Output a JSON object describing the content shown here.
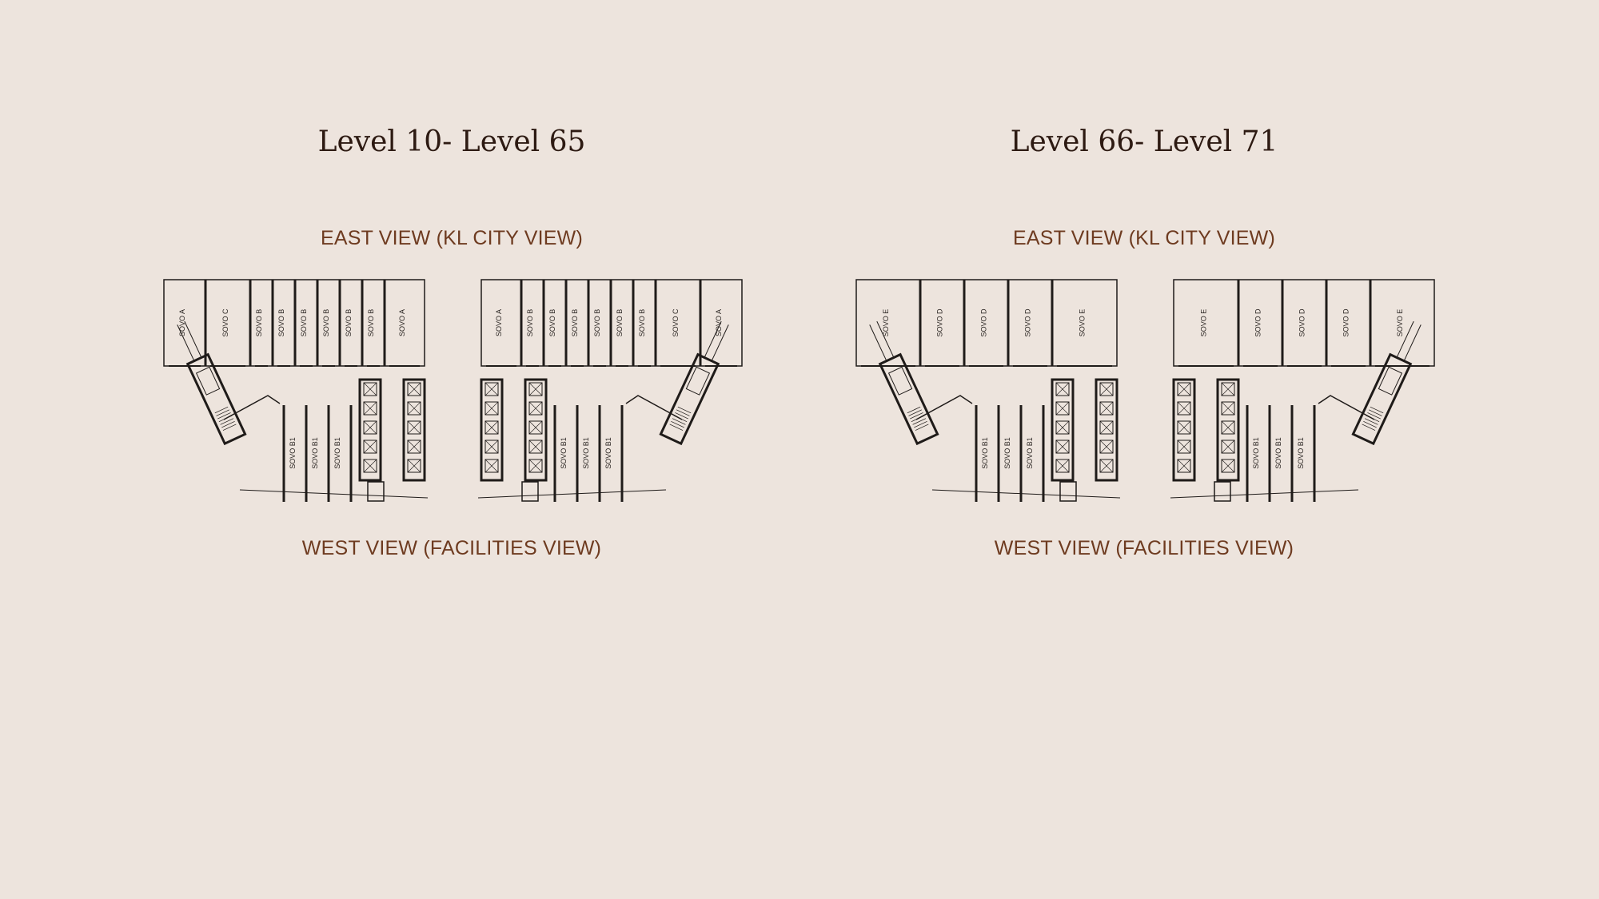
{
  "plans": [
    {
      "title": "Level 10- Level 65",
      "east_label": "EAST VIEW (KL CITY VIEW)",
      "west_label": "WEST VIEW (FACILITIES VIEW)",
      "wings": [
        {
          "top_units": [
            "SOVO A",
            "SOVO C",
            "SOVO B",
            "SOVO B",
            "SOVO B",
            "SOVO B",
            "SOVO B",
            "SOVO B",
            "SOVO A"
          ],
          "bottom_units": [
            "SOVO B1",
            "SOVO B1",
            "SOVO B1"
          ]
        },
        {
          "top_units": [
            "SOVO A",
            "SOVO B",
            "SOVO B",
            "SOVO B",
            "SOVO B",
            "SOVO B",
            "SOVO B",
            "SOVO C",
            "SOVO A"
          ],
          "bottom_units": [
            "SOVO B1",
            "SOVO B1",
            "SOVO B1"
          ]
        }
      ]
    },
    {
      "title": "Level 66- Level 71",
      "east_label": "EAST VIEW (KL CITY VIEW)",
      "west_label": "WEST VIEW (FACILITIES VIEW)",
      "wings": [
        {
          "top_units": [
            "SOVO E",
            "SOVO D",
            "SOVO D",
            "SOVO D",
            "SOVO E"
          ],
          "bottom_units": [
            "SOVO B1",
            "SOVO B1",
            "SOVO B1"
          ]
        },
        {
          "top_units": [
            "SOVO E",
            "SOVO D",
            "SOVO D",
            "SOVO D",
            "SOVO E"
          ],
          "bottom_units": [
            "SOVO B1",
            "SOVO B1",
            "SOVO B1"
          ]
        }
      ]
    }
  ]
}
